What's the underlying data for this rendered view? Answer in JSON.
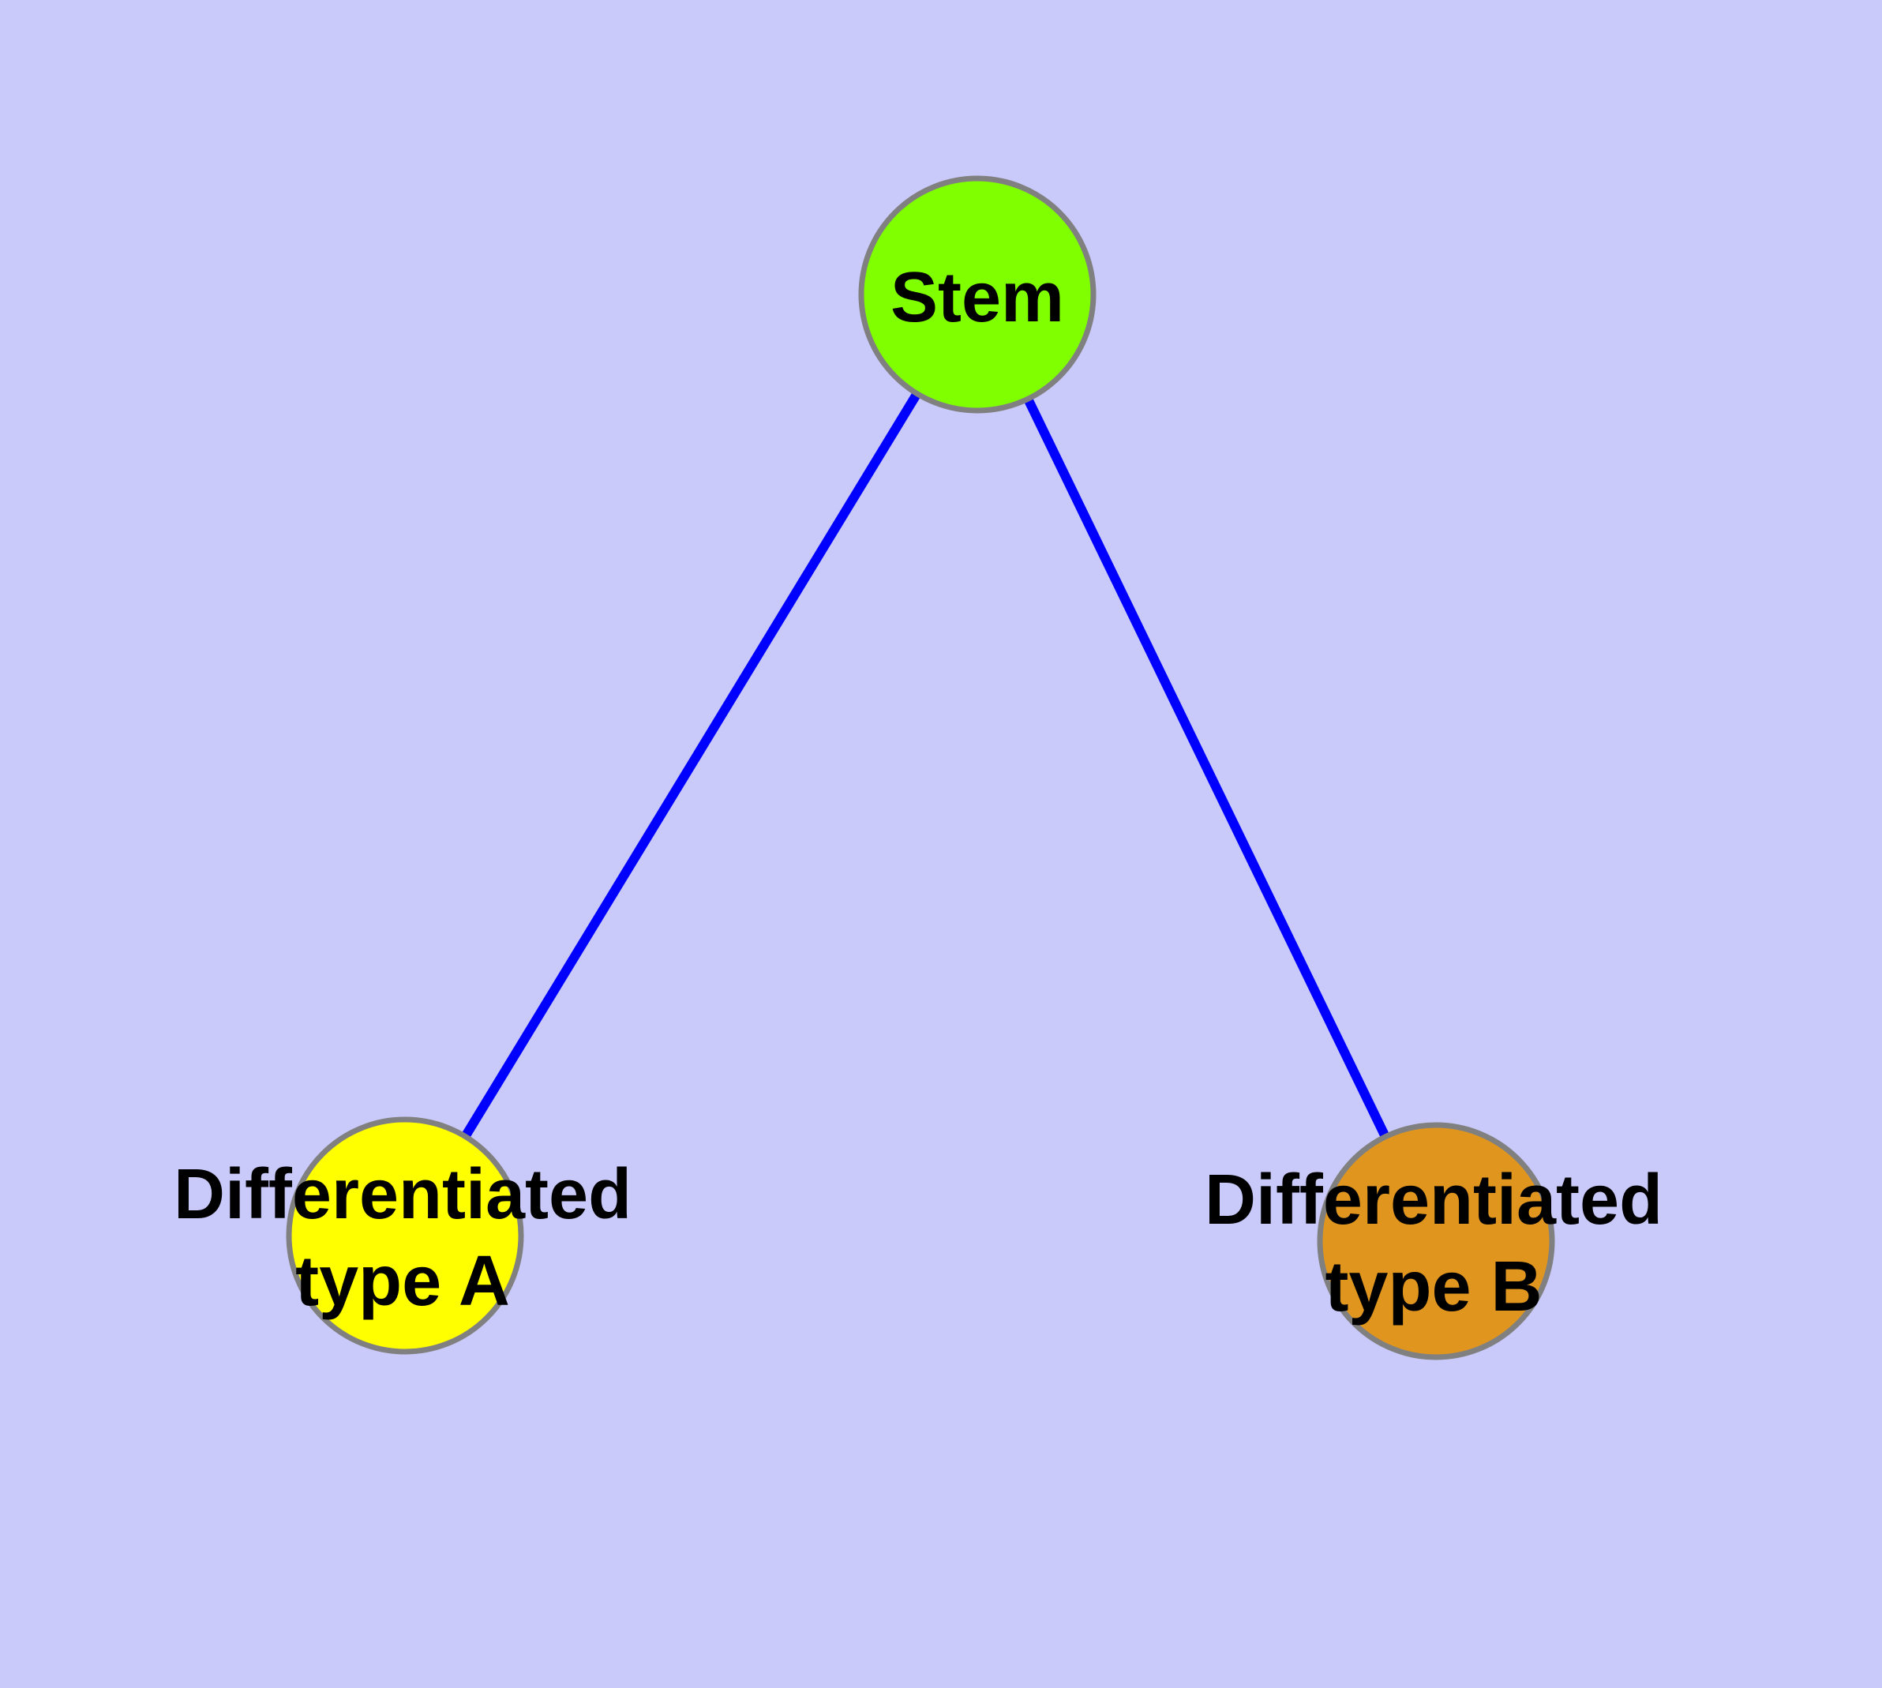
{
  "diagram": {
    "title": "Stem cell differentiation graph",
    "background_color": "#C9C9FA",
    "edge_color": "#0000FF",
    "node_border_color": "#808080",
    "text_color": "#000000",
    "nodes": [
      {
        "id": "stem",
        "label_line1": "Stem",
        "label_line2": "",
        "fill": "#7FFF00"
      },
      {
        "id": "type-a",
        "label_line1": "Differentiated",
        "label_line2": "type A",
        "fill": "#FFFF00"
      },
      {
        "id": "type-b",
        "label_line1": "Differentiated",
        "label_line2": "type B",
        "fill": "#E0961E"
      }
    ],
    "edges": [
      {
        "id": "stem-to-type-a",
        "from": "stem",
        "to": "type-a"
      },
      {
        "id": "stem-to-type-b",
        "from": "stem",
        "to": "type-b"
      }
    ]
  }
}
